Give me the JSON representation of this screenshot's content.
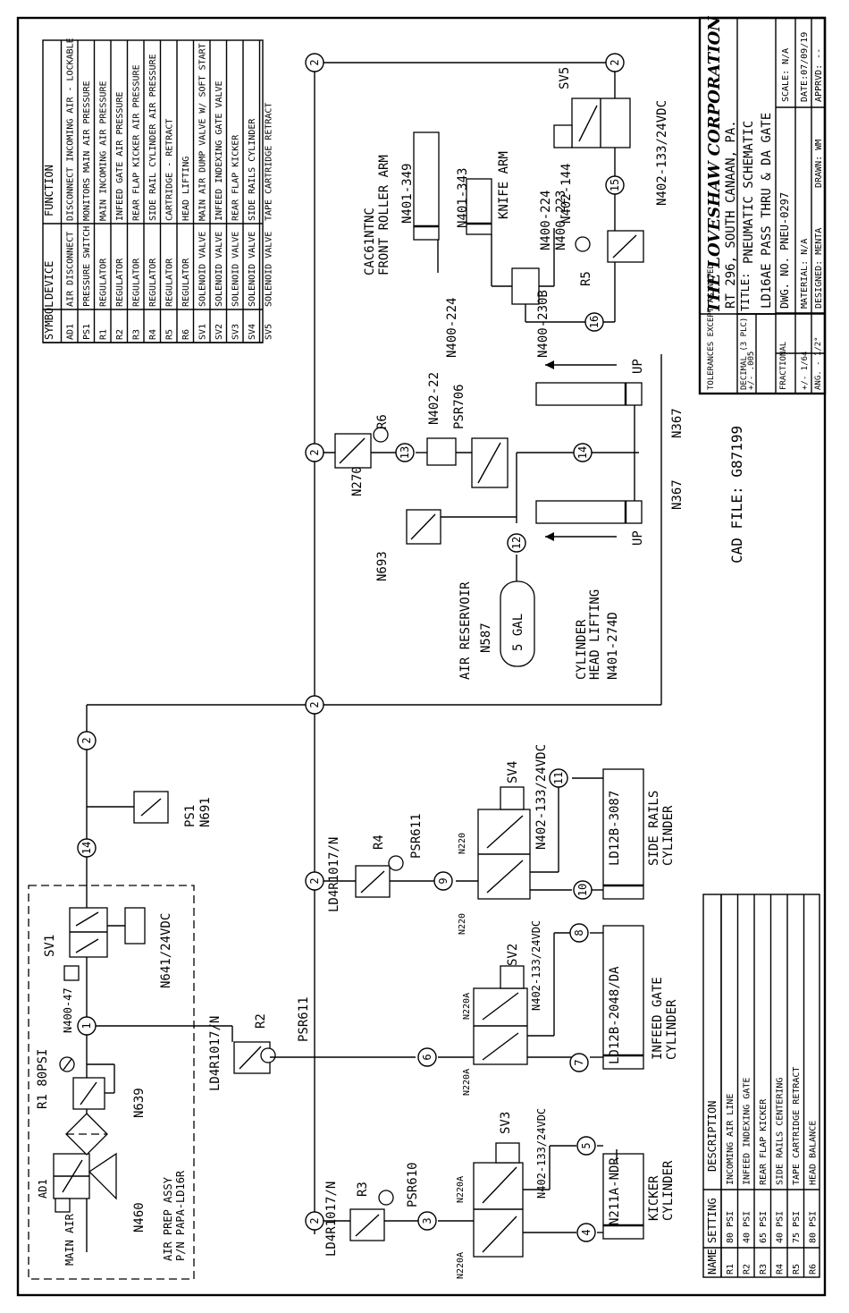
{
  "device_table": {
    "headers": [
      "SYMBOL",
      "DEVICE",
      "FUNCTION"
    ],
    "rows": [
      [
        "AD1",
        "AIR DISCONNECT",
        "DISCONNECT INCOMING AIR - LOCKABLE"
      ],
      [
        "PS1",
        "PRESSURE SWITCH",
        "MONITORS MAIN AIR PRESSURE"
      ],
      [
        "R1",
        "REGULATOR",
        "MAIN INCOMING AIR PRESSURE"
      ],
      [
        "R2",
        "REGULATOR",
        "INFEED GATE AIR PRESSURE"
      ],
      [
        "R3",
        "REGULATOR",
        "REAR FLAP KICKER AIR PRESSURE"
      ],
      [
        "R4",
        "REGULATOR",
        "SIDE RAIL CYLINDER AIR PRESSURE"
      ],
      [
        "R5",
        "REGULATOR",
        "CARTRIDGE - RETRACT"
      ],
      [
        "R6",
        "REGULATOR",
        "HEAD LIFTING"
      ],
      [
        "SV1",
        "SOLENOID VALVE",
        "MAIN AIR DUMP VALVE W/ SOFT START"
      ],
      [
        "SV2",
        "SOLENOID VALVE",
        "INFEED INDEXING GATE VALVE"
      ],
      [
        "SV3",
        "SOLENOID VALVE",
        "REAR FLAP KICKER"
      ],
      [
        "SV4",
        "SOLENOID VALVE",
        "SIDE RAILS CYLINDER"
      ],
      [
        "SV5",
        "SOLENOID VALVE",
        "TAPE CARTRIDGE RETRACT"
      ]
    ]
  },
  "settings_table": {
    "headers": [
      "NAME",
      "SETTING",
      "DESCRIPTION"
    ],
    "rows": [
      [
        "R1",
        "80 PSI",
        "INCOMING AIR LINE"
      ],
      [
        "R2",
        "40 PSI",
        "INFEED INDEXING GATE"
      ],
      [
        "R3",
        "65 PSI",
        "REAR FLAP KICKER"
      ],
      [
        "R4",
        "40 PSI",
        "SIDE RAILS CENTERING"
      ],
      [
        "R5",
        "75 PSI",
        "TAPE CARTRIDGE RETRACT"
      ],
      [
        "R6",
        "80 PSI",
        "HEAD BALANCE"
      ]
    ]
  },
  "title_block": {
    "company": "THE LOVESHAW CORPORATION",
    "address": "RT 296, SOUTH CANAAN, PA.",
    "title_label": "TITLE:",
    "title_line1": "PNEUMATIC SCHEMATIC",
    "title_line2": "LD16AE   PASS THRU & DA GATE",
    "tol_label": "TOLERANCES EXCEPT AS NOTED",
    "decimal_label": "DECIMAL (3 PLC)",
    "decimal_value": "+/- .005",
    "fractional_label": "FRACTIONAL",
    "fractional_value": "+/- 1/64",
    "angular_label": "ANG. - 1/2°",
    "dwg_no": "DWG. NO. PNEU-0297",
    "material": "MATERIAL: N/A",
    "designed": "DESIGNED: MENTA",
    "scale": "SCALE: N/A",
    "date": "DATE:07/09/19",
    "drawn": "DRAWN: WM",
    "apprvd": "APPRVD: --"
  },
  "cad_file": "CAD FILE: G87199",
  "labels": {
    "main_air": "MAIN AIR",
    "ad1": "AD1",
    "n460": "N460",
    "r1": "R1  80PSI",
    "n639": "N639",
    "n400_47": "N400-47",
    "sv1": "SV1",
    "n641": "N641/24VDC",
    "air_prep_1": "AIR PREP ASSY",
    "air_prep_2": "P/N PAPA-LD16R",
    "ps1": "PS1",
    "n691": "N691",
    "r2": "R2",
    "psr611_a": "PSR611",
    "ld4r_a": "LD4R1017/N",
    "r3": "R3",
    "psr610": "PSR610",
    "ld4r_b": "LD4R1017/N",
    "r4": "R4",
    "psr611_b": "PSR611",
    "ld4r_c": "LD4R1017/N",
    "sv2": "SV2",
    "sv3": "SV3",
    "sv4": "SV4",
    "sv5": "SV5",
    "n220a_1": "N220A",
    "n220a_2": "N220A",
    "n220a_3": "N220A",
    "n220a_4": "N220A",
    "n220_1": "N220",
    "n220_2": "N220",
    "n402_sv2": "N402-133/24VDC",
    "n402_sv3": "N402-133/24VDC",
    "n402_sv4": "N402-133/24VDC",
    "n402_sv5": "N402-133/24VDC",
    "infeed_1": "INFEED GATE",
    "infeed_2": "CYLINDER",
    "ld12b_2048": "LD12B-2048/DA",
    "kicker_1": "KICKER",
    "kicker_2": "CYLINDER",
    "n211a": "N211A-NDR",
    "side_1": "SIDE RAILS",
    "side_2": "CYLINDER",
    "ld12b_3087": "LD12B-3087",
    "air_res_1": "AIR RESERVOIR",
    "air_res_2": "N587",
    "five_gal": "5 GAL",
    "cyl_head_1": "CYLINDER",
    "cyl_head_2": "HEAD LIFTING",
    "n401_274d": "N401-274D",
    "n693": "N693",
    "n270": "N270",
    "r6": "R6",
    "psr706": "PSR706",
    "n402_22": "N402-22",
    "n367_a": "N367",
    "n367_b": "N367",
    "up_a": "UP",
    "up_b": "UP",
    "cac_1": "CAC61NTNC",
    "cac_2": "FRONT ROLLER ARM",
    "n401_349": "N401-349",
    "n401_343": "N401-343",
    "knife": "KNIFE ARM",
    "n400_224_a": "N400-224",
    "n400_224_b": "N400-224",
    "n400_223": "N400-223",
    "n402_144": "N402-144",
    "r5": "R5",
    "n400_230b": "N400-230B"
  },
  "nodes": {
    "n1": "1",
    "n2": "2",
    "n3": "3",
    "n4": "4",
    "n5": "5",
    "n6": "6",
    "n7": "7",
    "n8": "8",
    "n9": "9",
    "n10": "10",
    "n11": "11",
    "n12": "12",
    "n13": "13",
    "n14": "14",
    "n15": "15",
    "n16": "16"
  }
}
